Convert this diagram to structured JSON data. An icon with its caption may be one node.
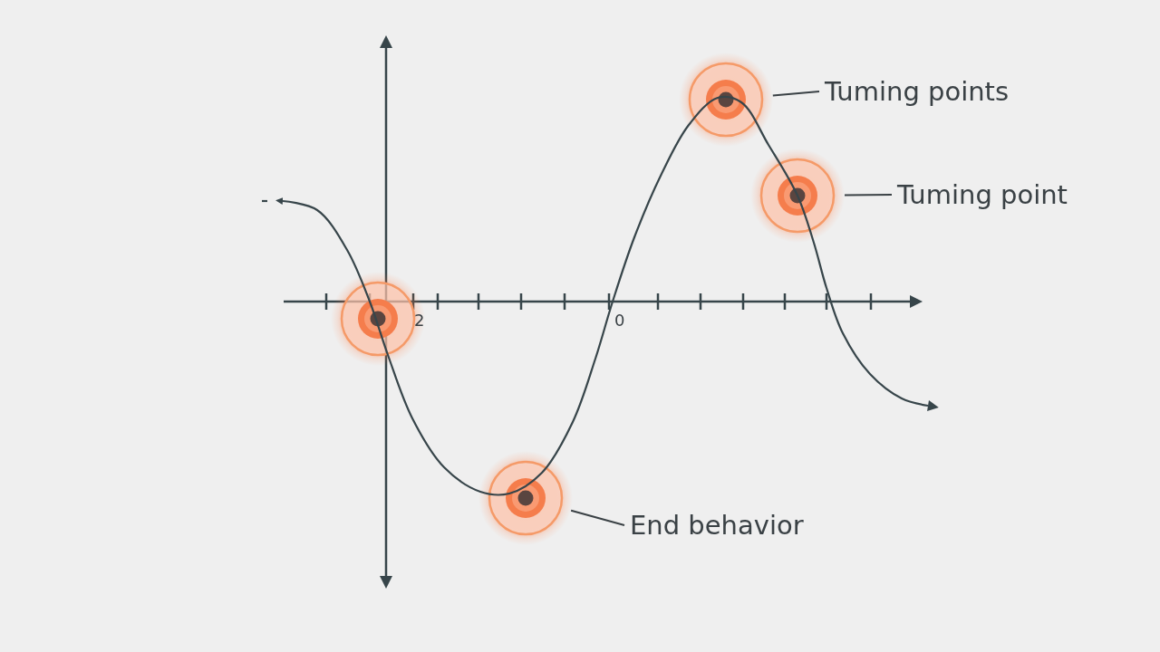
{
  "diagram": {
    "nodes": [
      {
        "text": [
          "Tuming points"
        ]
      },
      {
        "text": [],
        "shape": "circle"
      },
      {
        "text": [
          "Tuming point"
        ]
      },
      {
        "text": [],
        "shape": "circle"
      },
      {
        "text": [],
        "shape": "circle"
      },
      {
        "text": [
          "End behavior"
        ]
      },
      {
        "text": [],
        "shape": "circle"
      }
    ],
    "edges": [
      {
        "from": 0,
        "to": 1,
        "arrow": "none"
      },
      {
        "from": 2,
        "to": 3,
        "arrow": "none"
      },
      {
        "from": 5,
        "to": 6,
        "arrow": "none"
      }
    ],
    "labels": [
      "2",
      "0"
    ]
  }
}
